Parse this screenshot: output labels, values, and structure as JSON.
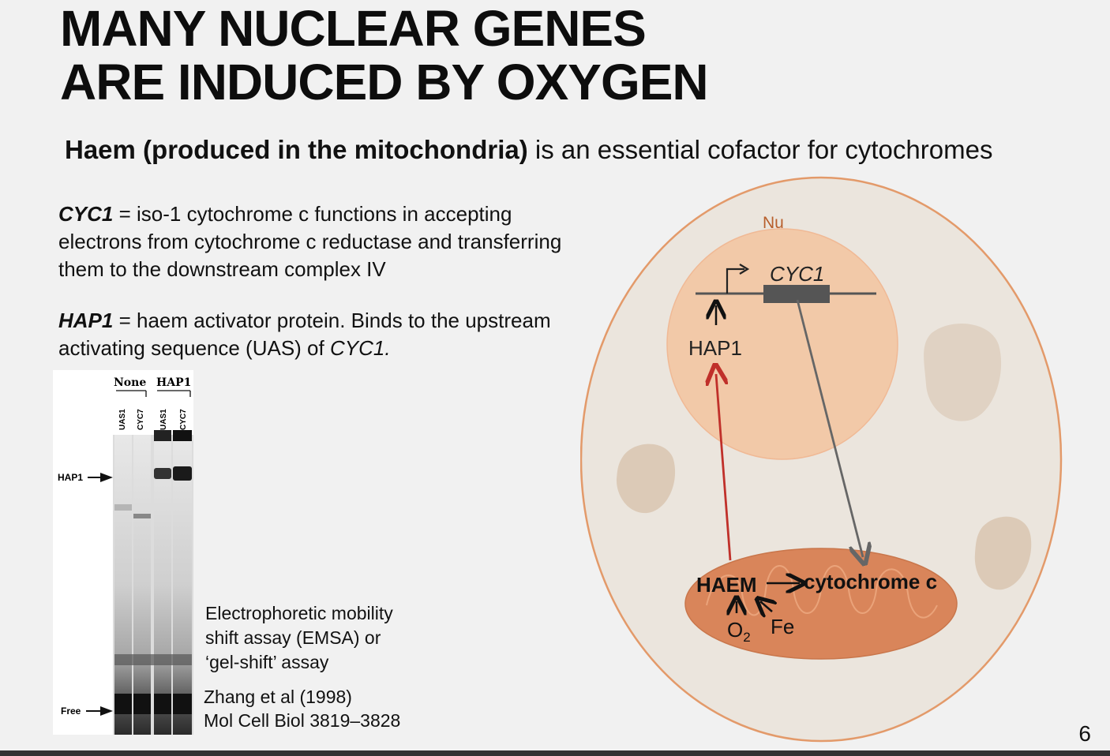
{
  "slide": {
    "title_line1": "MANY NUCLEAR GENES",
    "title_line2": "ARE INDUCED BY OXYGEN",
    "subtitle_bold": "Haem (produced in the mitochondria)",
    "subtitle_rest": " is an essential cofactor for cytochromes",
    "page_number": "6"
  },
  "definitions": {
    "cyc1_term": "CYC1",
    "cyc1_text": " = iso-1 cytochrome c functions in accepting electrons from cytochrome c reductase and transferring them to the downstream complex IV",
    "hap1_term": "HAP1",
    "hap1_text": " = haem activator protein.  Binds to the upstream activating sequence (UAS) of ",
    "hap1_italic_end": "CYC1."
  },
  "gel": {
    "group_none": "None",
    "group_hap1": "HAP1",
    "lanes": [
      "UAS1",
      "CYC7",
      "UAS1",
      "CYC7"
    ],
    "marker_hap1": "HAP1",
    "marker_free": "Free"
  },
  "caption": {
    "line1": "Electrophoretic mobility",
    "line2": "shift assay (EMSA) or",
    "line3": "‘gel-shift’ assay"
  },
  "citation": {
    "line1": "Zhang et al (1998)",
    "line2": "Mol Cell Biol 3819–3828"
  },
  "diagram": {
    "nucleus_label": "Nu",
    "gene_label": "CYC1",
    "activator_label": "HAP1",
    "haem_label": "HAEM",
    "product_label": "cytochrome c",
    "oxygen_label": "O",
    "oxygen_subscript": "2",
    "iron_label": "Fe",
    "colors": {
      "cell_fill": "#ebe5dd",
      "cell_border": "#e39a6a",
      "nucleus_fill": "#f2c9a8",
      "mito_fill": "#d9855a",
      "red_arrow": "#c0302a",
      "gray_arrow": "#666666"
    }
  }
}
